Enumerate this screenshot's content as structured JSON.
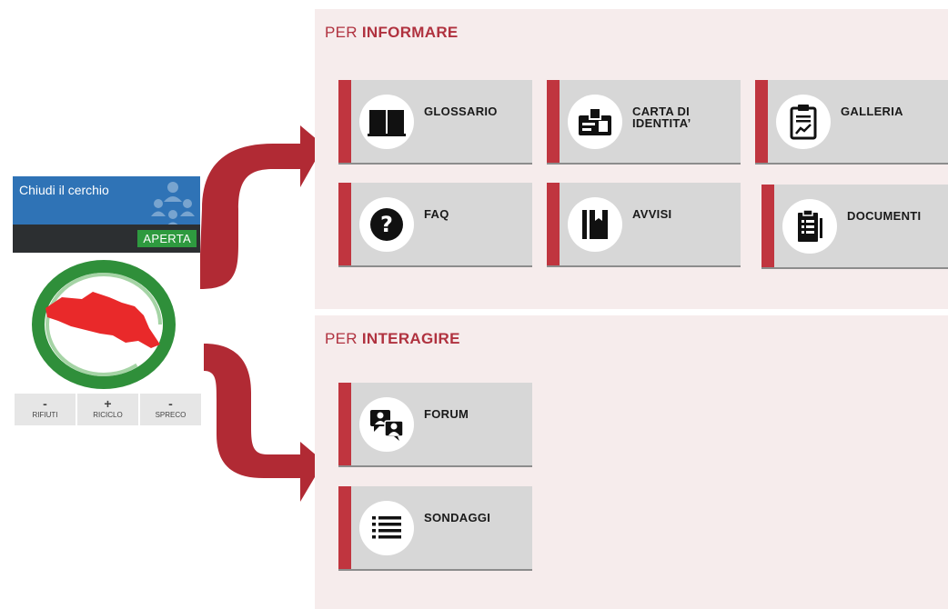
{
  "widget": {
    "title": "Chiudi il cerchio",
    "status": "APERTA"
  },
  "counters": [
    {
      "symbol": "-",
      "label": "RIFIUTI"
    },
    {
      "symbol": "+",
      "label": "RICICLO"
    },
    {
      "symbol": "-",
      "label": "SPRECO"
    }
  ],
  "sections": {
    "informare": {
      "prefix": "PER",
      "title": "INFORMARE",
      "tiles": [
        {
          "label": "GLOSSARIO",
          "icon": "book-icon"
        },
        {
          "label_line1": "CARTA DI",
          "label_line2": "IDENTITA’",
          "icon": "id-card-icon"
        },
        {
          "label": "GALLERIA",
          "icon": "clipboard-chart-icon"
        },
        {
          "label": "FAQ",
          "icon": "question-icon"
        },
        {
          "label": "AVVISI",
          "icon": "bookmark-icon"
        },
        {
          "label": "DOCUMENTI",
          "icon": "document-list-icon"
        }
      ]
    },
    "interagire": {
      "prefix": "PER",
      "title": "INTERAGIRE",
      "tiles": [
        {
          "label": "FORUM",
          "icon": "chat-people-icon"
        },
        {
          "label": "SONDAGGI",
          "icon": "list-icon"
        }
      ]
    }
  },
  "colors": {
    "accent": "#c0353f",
    "panel_bg": "#f6ecec",
    "tile_bg": "#d7d7d7",
    "widget_blue": "#2f73b6",
    "status_green": "#2e9a3f"
  }
}
